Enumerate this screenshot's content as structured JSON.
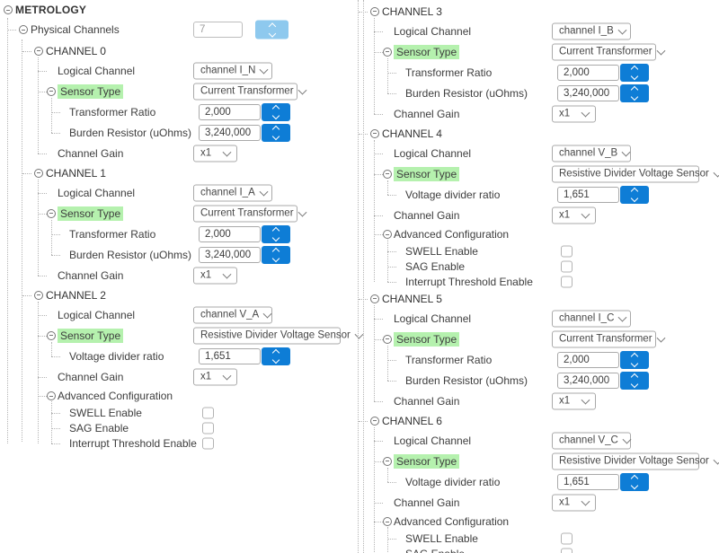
{
  "colors": {
    "spinner_blue": "#0e7dd6",
    "spinner_blue_disabled": "#8ec9ee",
    "sensor_type_highlight": "#b5f1ae"
  },
  "metrology": {
    "label": "METROLOGY"
  },
  "physical_channels": {
    "label": "Physical Channels",
    "value": "7",
    "disabled": true
  },
  "field_labels": {
    "logical_channel": "Logical Channel",
    "sensor_type": "Sensor Type",
    "transformer_ratio": "Transformer Ratio",
    "burden_resistor": "Burden Resistor (uOhms)",
    "voltage_divider_ratio": "Voltage divider ratio",
    "channel_gain": "Channel Gain",
    "advanced_configuration": "Advanced Configuration",
    "swell_enable": "SWELL Enable",
    "sag_enable": "SAG Enable",
    "interrupt_threshold_enable": "Interrupt Threshold Enable"
  },
  "channels": [
    {
      "name": "CHANNEL 0",
      "logical_channel": "channel I_N",
      "sensor_type": "Current Transformer",
      "sensor_rows": [
        {
          "label_key": "transformer_ratio",
          "value": "2,000"
        },
        {
          "label_key": "burden_resistor",
          "value": "3,240,000"
        }
      ],
      "channel_gain": "x1"
    },
    {
      "name": "CHANNEL 1",
      "logical_channel": "channel I_A",
      "sensor_type": "Current Transformer",
      "sensor_rows": [
        {
          "label_key": "transformer_ratio",
          "value": "2,000"
        },
        {
          "label_key": "burden_resistor",
          "value": "3,240,000"
        }
      ],
      "channel_gain": "x1"
    },
    {
      "name": "CHANNEL 2",
      "logical_channel": "channel V_A",
      "sensor_type": "Resistive Divider Voltage Sensor",
      "sensor_rows": [
        {
          "label_key": "voltage_divider_ratio",
          "value": "1,651"
        }
      ],
      "channel_gain": "x1",
      "advanced": [
        {
          "label_key": "swell_enable",
          "checked": false
        },
        {
          "label_key": "sag_enable",
          "checked": false
        },
        {
          "label_key": "interrupt_threshold_enable",
          "checked": false
        }
      ]
    },
    {
      "name": "CHANNEL 3",
      "logical_channel": "channel I_B",
      "sensor_type": "Current Transformer",
      "sensor_rows": [
        {
          "label_key": "transformer_ratio",
          "value": "2,000"
        },
        {
          "label_key": "burden_resistor",
          "value": "3,240,000"
        }
      ],
      "channel_gain": "x1"
    },
    {
      "name": "CHANNEL 4",
      "logical_channel": "channel V_B",
      "sensor_type": "Resistive Divider Voltage Sensor",
      "sensor_rows": [
        {
          "label_key": "voltage_divider_ratio",
          "value": "1,651"
        }
      ],
      "channel_gain": "x1",
      "advanced": [
        {
          "label_key": "swell_enable",
          "checked": false
        },
        {
          "label_key": "sag_enable",
          "checked": false
        },
        {
          "label_key": "interrupt_threshold_enable",
          "checked": false
        }
      ]
    },
    {
      "name": "CHANNEL 5",
      "logical_channel": "channel I_C",
      "sensor_type": "Current Transformer",
      "sensor_rows": [
        {
          "label_key": "transformer_ratio",
          "value": "2,000"
        },
        {
          "label_key": "burden_resistor",
          "value": "3,240,000"
        }
      ],
      "channel_gain": "x1"
    },
    {
      "name": "CHANNEL 6",
      "logical_channel": "channel V_C",
      "sensor_type": "Resistive Divider Voltage Sensor",
      "sensor_rows": [
        {
          "label_key": "voltage_divider_ratio",
          "value": "1,651"
        }
      ],
      "channel_gain": "x1",
      "advanced": [
        {
          "label_key": "swell_enable",
          "checked": false
        },
        {
          "label_key": "sag_enable",
          "checked": false
        }
      ]
    }
  ],
  "layout": {
    "left_column": [
      0,
      1,
      2
    ],
    "right_column": [
      3,
      4,
      5,
      6
    ]
  }
}
